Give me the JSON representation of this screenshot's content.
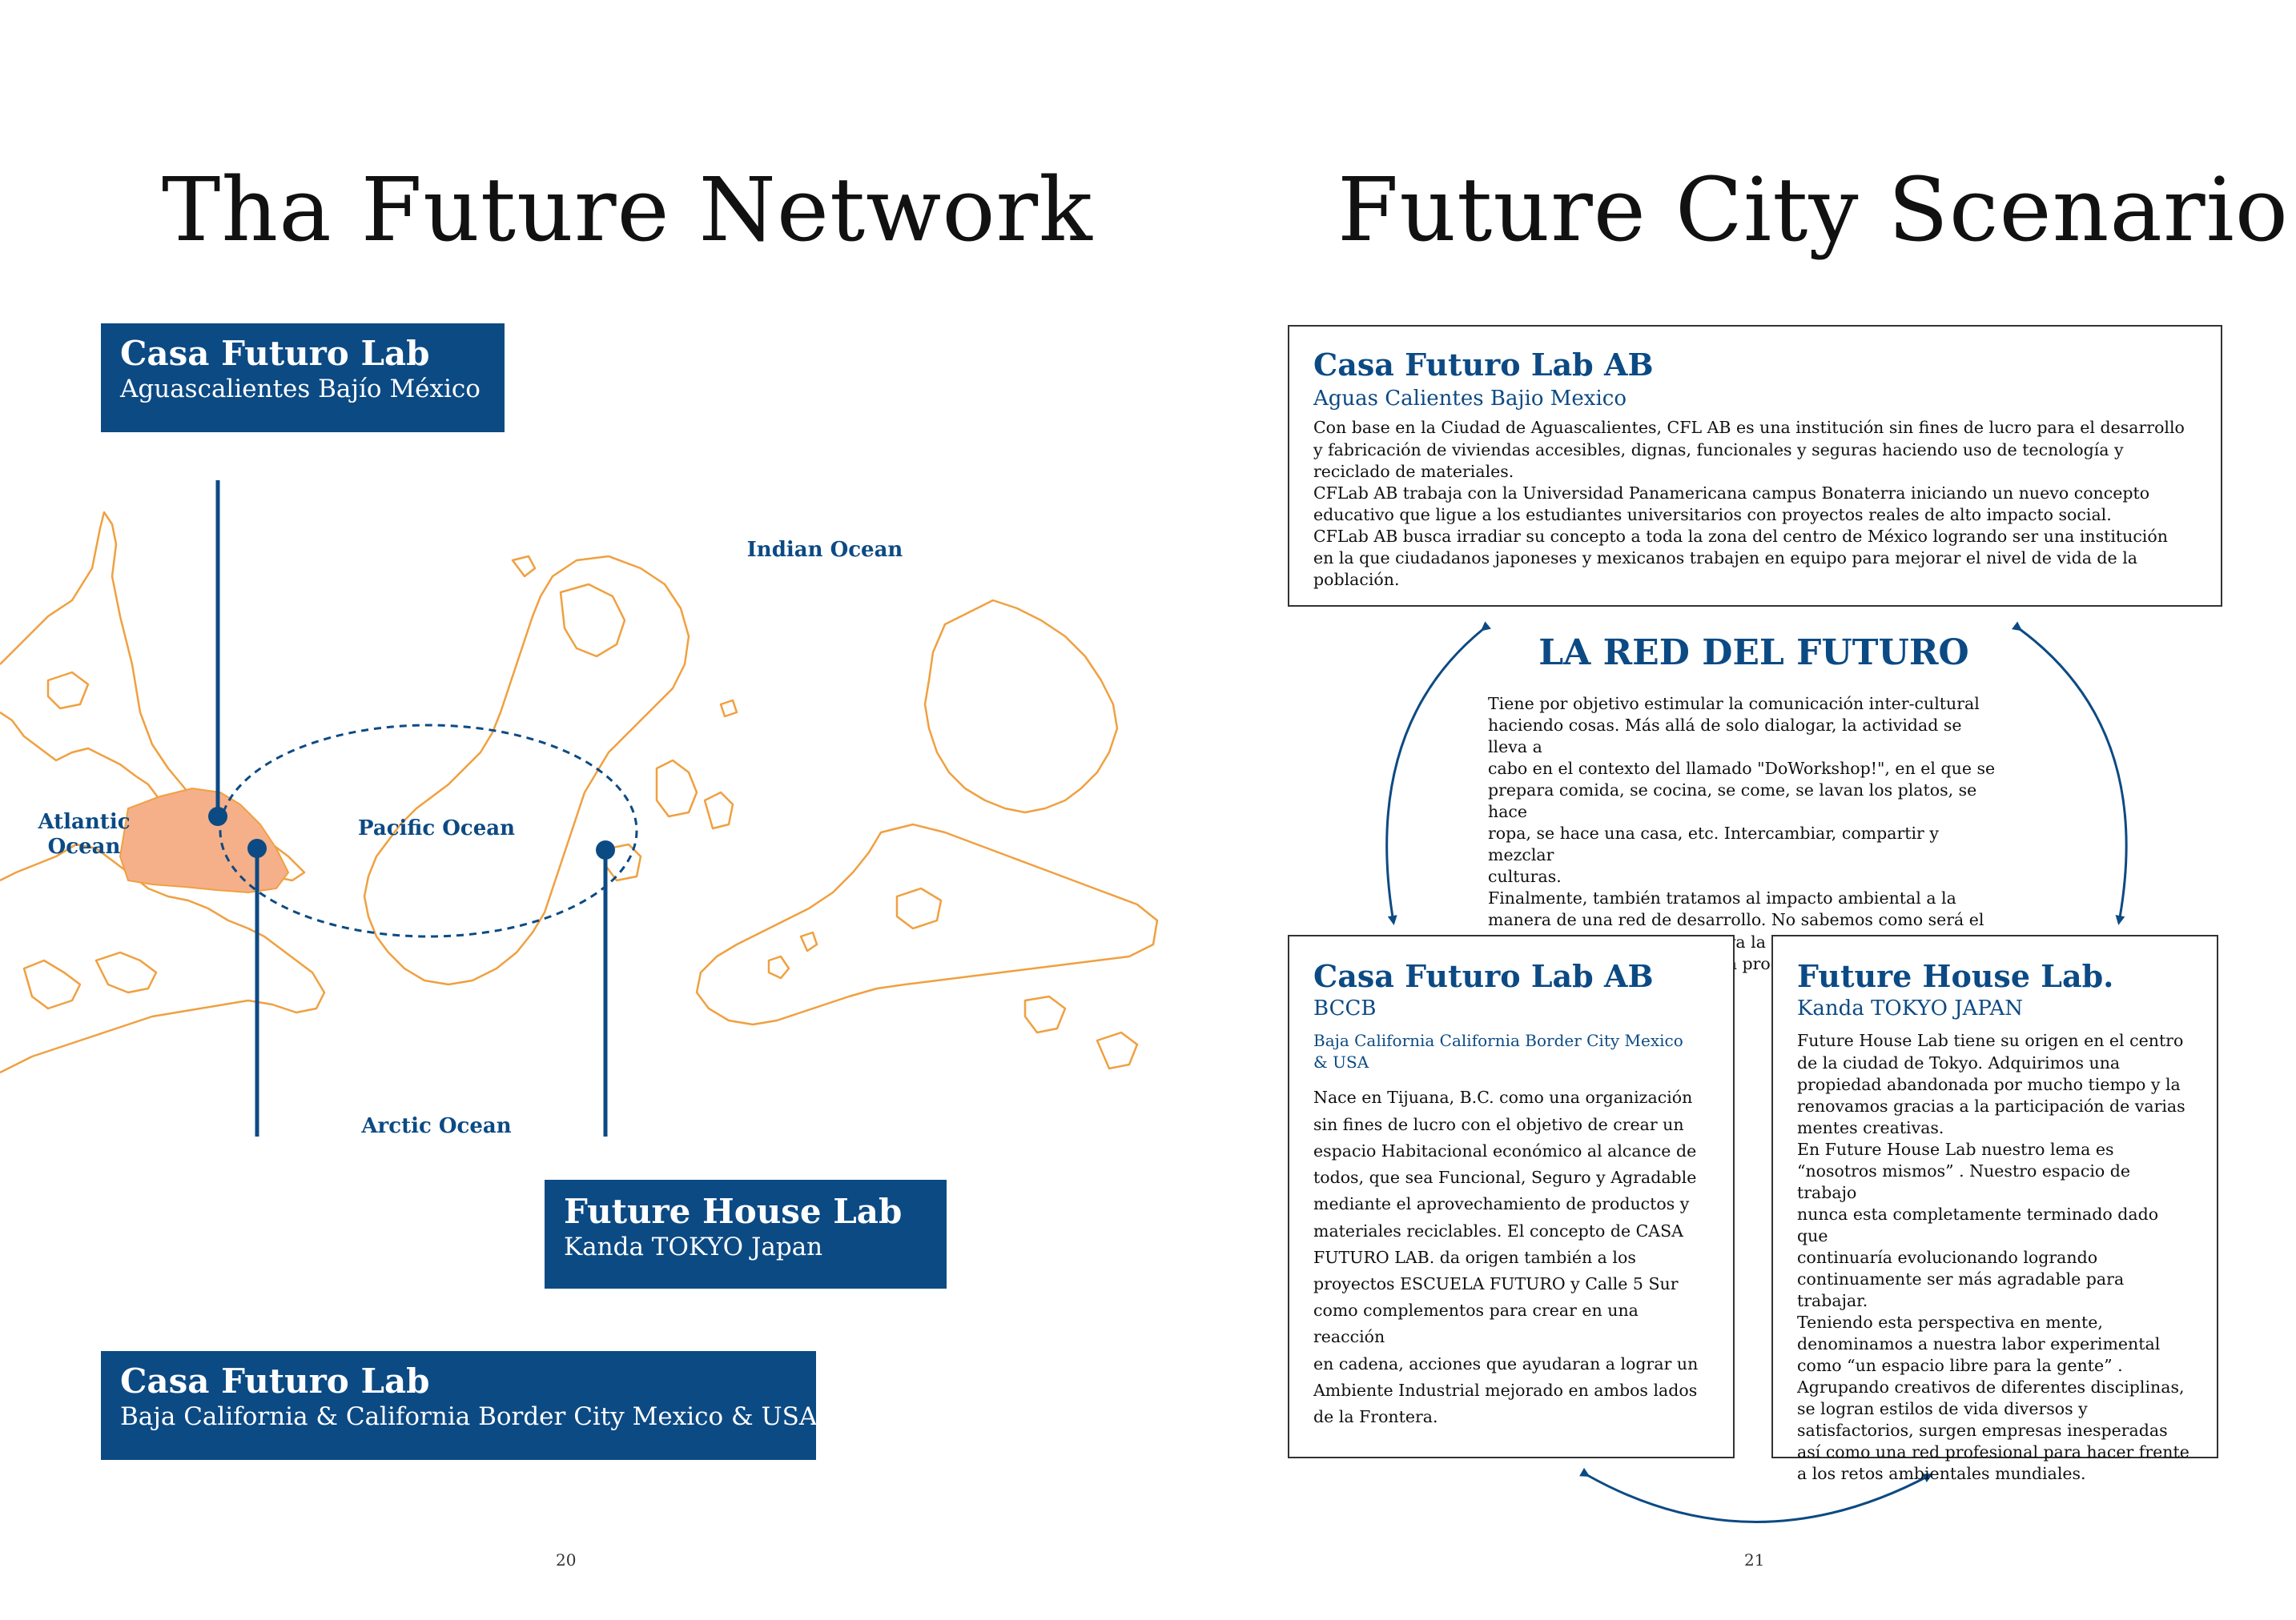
{
  "left_page": {
    "title": "Tha Future Network",
    "page_number": "20",
    "labels": {
      "aguascalientes": {
        "heading": "Casa Futuro Lab",
        "sub": "Aguascalientes Bajío México"
      },
      "tokyo": {
        "heading": "Future House Lab",
        "sub": "Kanda TOKYO Japan"
      },
      "baja": {
        "heading": "Casa Futuro Lab",
        "sub": "Baja California & California Border City Mexico & USA"
      }
    },
    "oceans": {
      "indian": "Indian Ocean",
      "atlantic_1": "Atlantic",
      "atlantic_2": "Ocean",
      "pacific": "Pacific Ocean",
      "arctic": "Arctic Ocean"
    }
  },
  "right_page": {
    "title": "Future City Scenario",
    "page_number": "21",
    "top_box": {
      "title": "Casa Futuro Lab AB",
      "subtitle": "Aguas Calientes Bajio Mexico",
      "lines": [
        "Con base en la Ciudad de Aguascalientes, CFL AB es una institución sin fines de lucro para el desarrollo",
        "y fabricación de viviendas accesibles, dignas, funcionales y seguras haciendo uso de tecnología y",
        "reciclado de materiales.",
        "CFLab AB trabaja con la Universidad Panamericana campus Bonaterra iniciando un nuevo concepto",
        "educativo que ligue a los estudiantes universitarios con proyectos reales de alto impacto social.",
        "CFLab AB busca irradiar su concepto a toda la zona del centro de México logrando ser una institución",
        "en la que ciudadanos japoneses y mexicanos trabajen en equipo para mejorar el nivel de vida de la",
        "población."
      ]
    },
    "center": {
      "title": "LA RED DEL FUTURO",
      "lines": [
        "Tiene por objetivo estimular la comunicación inter-cultural",
        "haciendo cosas. Más allá de solo dialogar, la actividad se lleva a",
        "cabo en el contexto del llamado \"DoWorkshop!\", en el que se",
        "prepara comida, se cocina, se come, se lavan los platos, se hace",
        "ropa, se hace una casa, etc. Intercambiar, compartir y mezclar",
        "culturas.",
        "Finalmente, también tratamos al impacto ambiental a la",
        "manera de una red de desarrollo. No sabemos como será el",
        "futuro, pero podemos sentir ya la RED DEL FUTURO. Para",
        "vivir bien, los humanos deben producir bien."
      ]
    },
    "left_box": {
      "title": "Casa Futuro Lab AB",
      "subtitle": "BCCB",
      "subtitle2_1": "Baja California California Border City Mexico",
      "subtitle2_2": "& USA",
      "lines": [
        "Nace en Tijuana, B.C. como una organización",
        "sin fines de lucro con el objetivo de crear un",
        "espacio Habitacional económico  al alcance de",
        "todos, que sea  Funcional, Seguro y Agradable",
        "mediante el aprovechamiento de  productos y",
        "materiales reciclables. El concepto de CASA",
        "FUTURO LAB.  da origen también a los",
        "proyectos ESCUELA FUTURO  y Calle 5 Sur",
        "como complementos para crear en una reacción",
        "en cadena, acciones que ayudaran a lograr un",
        "Ambiente Industrial mejorado en ambos lados",
        "de la Frontera."
      ]
    },
    "right_box": {
      "title": "Future House Lab.",
      "subtitle": "Kanda TOKYO JAPAN",
      "lines": [
        "Future House Lab tiene su origen en el centro",
        "de la ciudad de Tokyo. Adquirimos una",
        "propiedad abandonada por mucho tiempo y la",
        "renovamos gracias a la participación de varias",
        "mentes creativas.",
        "En Future House Lab nuestro lema es",
        "“nosotros mismos”  . Nuestro espacio de trabajo",
        "nunca esta completamente terminado dado que",
        "continuaría evolucionando logrando",
        "continuamente ser más agradable para",
        "trabajar.",
        "Teniendo esta perspectiva en mente,",
        "denominamos a nuestra labor experimental",
        "como “un espacio libre para la gente”  .",
        "Agrupando creativos de diferentes disciplinas,",
        "se logran estilos de vida diversos y",
        "satisfactorios, surgen empresas inesperadas",
        "así como una red profesional para hacer frente",
        "a los retos ambientales mundiales."
      ]
    }
  },
  "colors": {
    "navy": "#0c4a84",
    "map_outline": "#f0a040",
    "map_fill": "#f5b08a"
  }
}
